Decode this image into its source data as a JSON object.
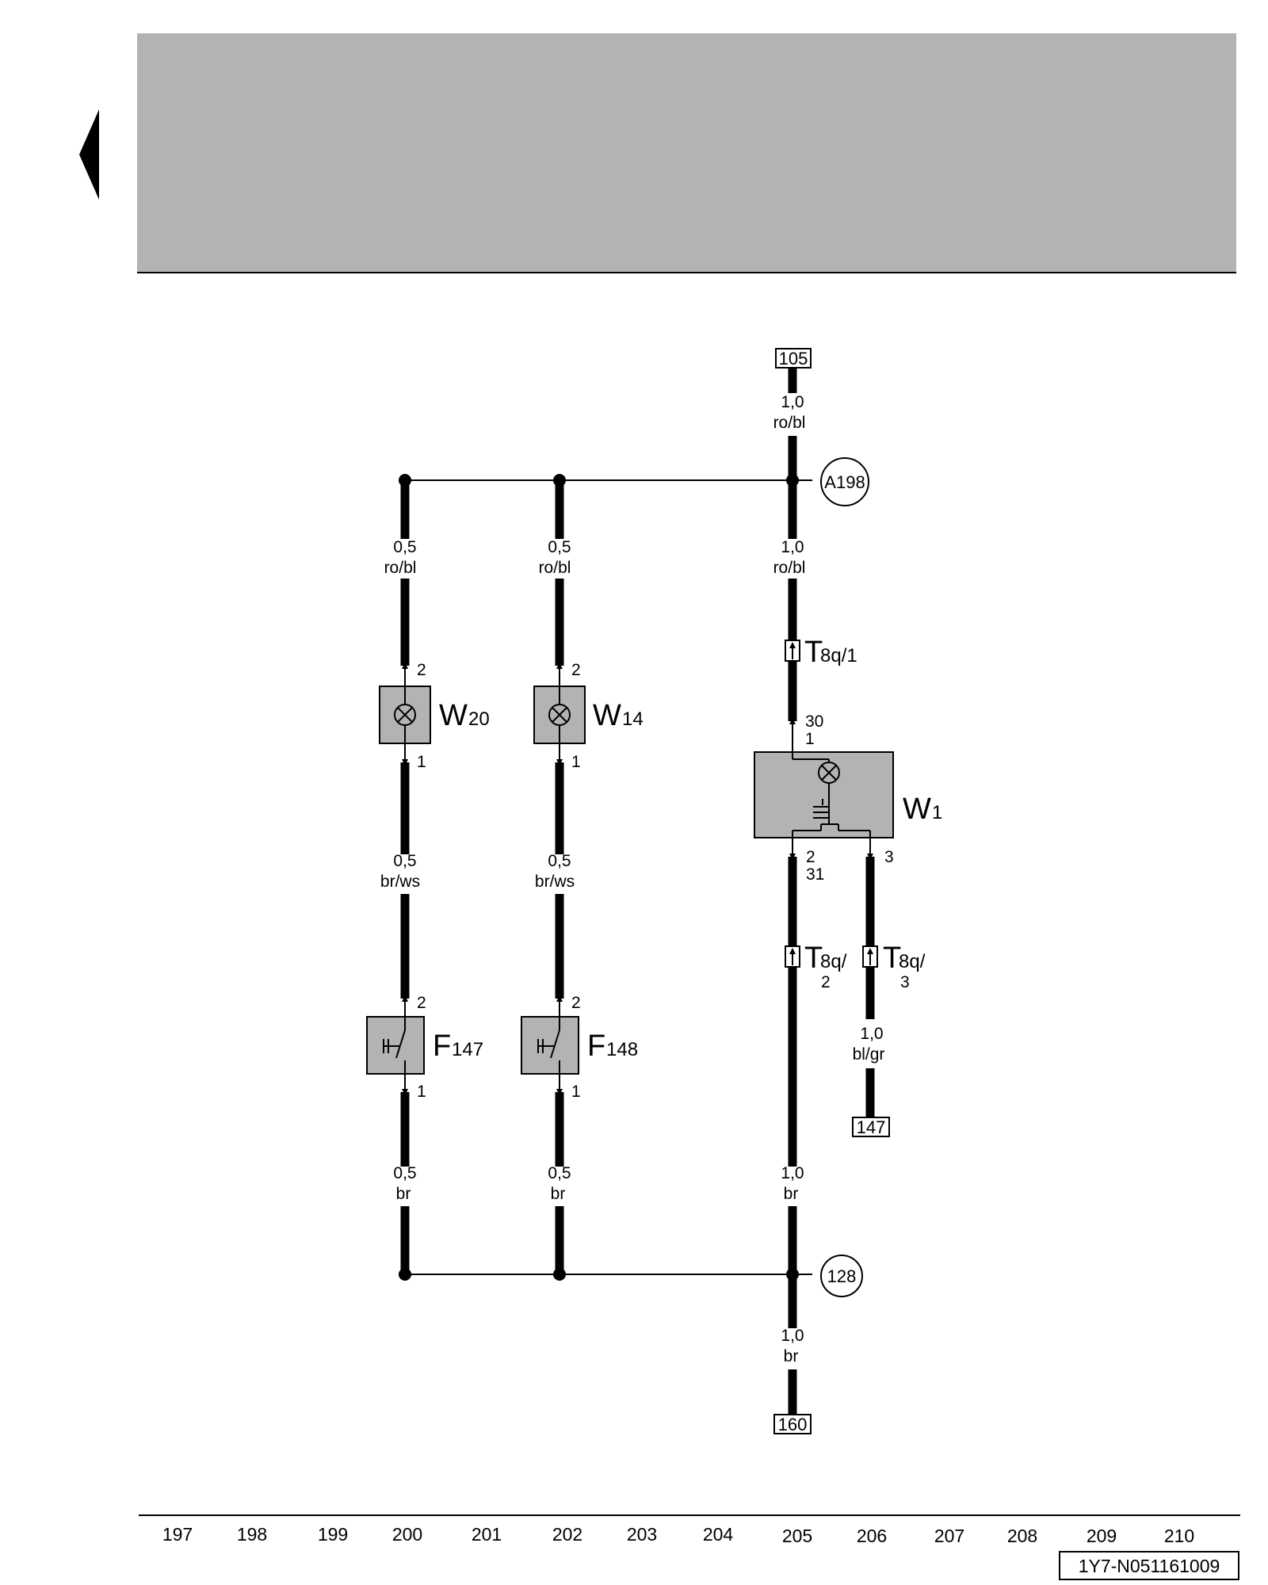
{
  "header": {
    "band_color": "#b3b3b3"
  },
  "references": {
    "top": "105",
    "bottom": "160",
    "right": "147",
    "circle_top": "A198",
    "circle_bottom": "128"
  },
  "wires": {
    "w1_top": {
      "size": "1,0",
      "color": "ro/bl"
    },
    "w_left_top": {
      "size": "0,5",
      "color": "ro/bl"
    },
    "w_mid_top": {
      "size": "0,5",
      "color": "ro/bl"
    },
    "w_right_top": {
      "size": "1,0",
      "color": "ro/bl"
    },
    "w_left_mid": {
      "size": "0,5",
      "color": "br/ws"
    },
    "w_mid_mid": {
      "size": "0,5",
      "color": "br/ws"
    },
    "w_left_bot": {
      "size": "0,5",
      "color": "br"
    },
    "w_mid_bot": {
      "size": "0,5",
      "color": "br"
    },
    "w_right_bot": {
      "size": "1,0",
      "color": "br"
    },
    "w_ground": {
      "size": "1,0",
      "color": "br"
    },
    "w_side": {
      "size": "1,0",
      "color": "bl/gr"
    }
  },
  "components": {
    "w20": {
      "letter": "W",
      "sub": "20",
      "pin_top": "2",
      "pin_bot": "1"
    },
    "w14": {
      "letter": "W",
      "sub": "14",
      "pin_top": "2",
      "pin_bot": "1"
    },
    "f147": {
      "letter": "F",
      "sub": "147",
      "pin_top": "2",
      "pin_bot": "1"
    },
    "f148": {
      "letter": "F",
      "sub": "148",
      "pin_top": "2",
      "pin_bot": "1"
    },
    "w1": {
      "letter": "W",
      "sub": "1",
      "pin_30": "30",
      "pin_1": "1",
      "pin_2": "2",
      "pin_31": "31",
      "pin_3": "3"
    }
  },
  "connectors": {
    "t8q1": {
      "letter": "T",
      "sub": "8q/1"
    },
    "t8q2": {
      "letter": "T",
      "sub": "8q/",
      "sub2": "2"
    },
    "t8q3": {
      "letter": "T",
      "sub": "8q/",
      "sub2": "3"
    }
  },
  "track_numbers": [
    "197",
    "198",
    "199",
    "200",
    "201",
    "202",
    "203",
    "204",
    "205",
    "206",
    "207",
    "208",
    "209",
    "210"
  ],
  "doc_id": "1Y7-N051161009"
}
